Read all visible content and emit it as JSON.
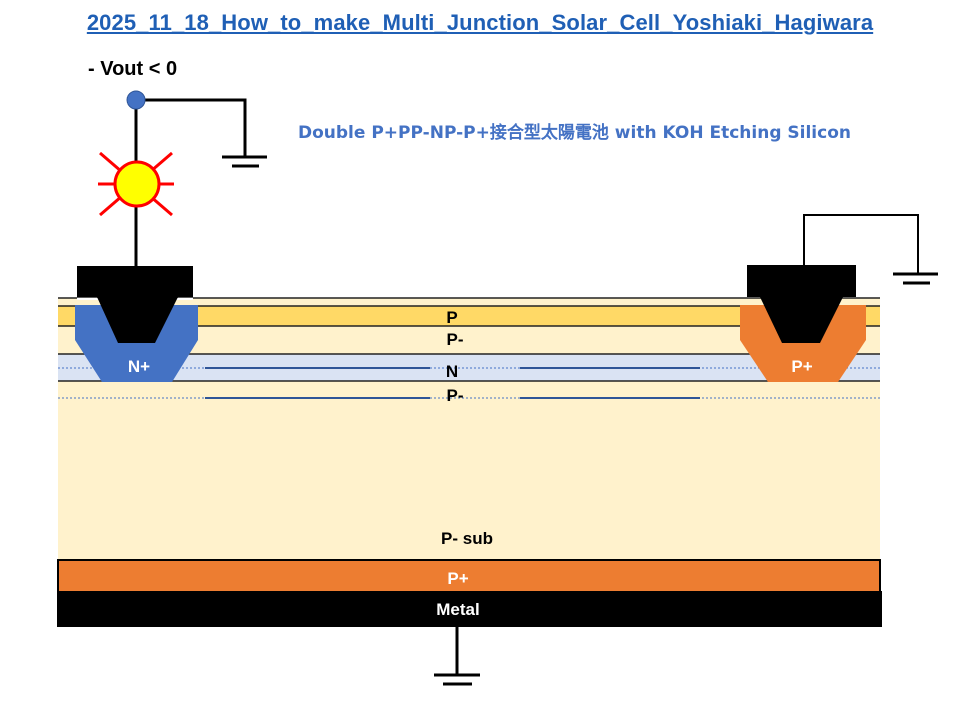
{
  "title": "2025_11_18_How_to_make_Multi_Junction_Solar_Cell_Yoshiaki_Hagiwara",
  "vout_label": "- Vout < 0",
  "subtitle": "Double P+PP-NP-P+接合型太陽電池 with KOH Etching Silicon",
  "layers": {
    "p": "P",
    "p_minus_1": "P-",
    "n": "N",
    "p_minus_2": "P-",
    "p_sub": "P- sub",
    "p_plus_bottom": "P+",
    "metal": "Metal"
  },
  "contacts": {
    "left": "N+",
    "right": "P+"
  },
  "colors": {
    "title": "#1f5fb5",
    "subtitle": "#4472c4",
    "p_layer": "#ffd966",
    "p_minus": "#fff2cc",
    "n_layer": "#dae3f3",
    "n_plus": "#4472c4",
    "p_plus": "#ed7d31",
    "metal": "#000000",
    "sun_fill": "#ffff00",
    "sun_rays": "#ff0000",
    "node": "#4472c4"
  },
  "icons": [
    "sun-light-icon",
    "ground-icon",
    "output-node-icon"
  ]
}
